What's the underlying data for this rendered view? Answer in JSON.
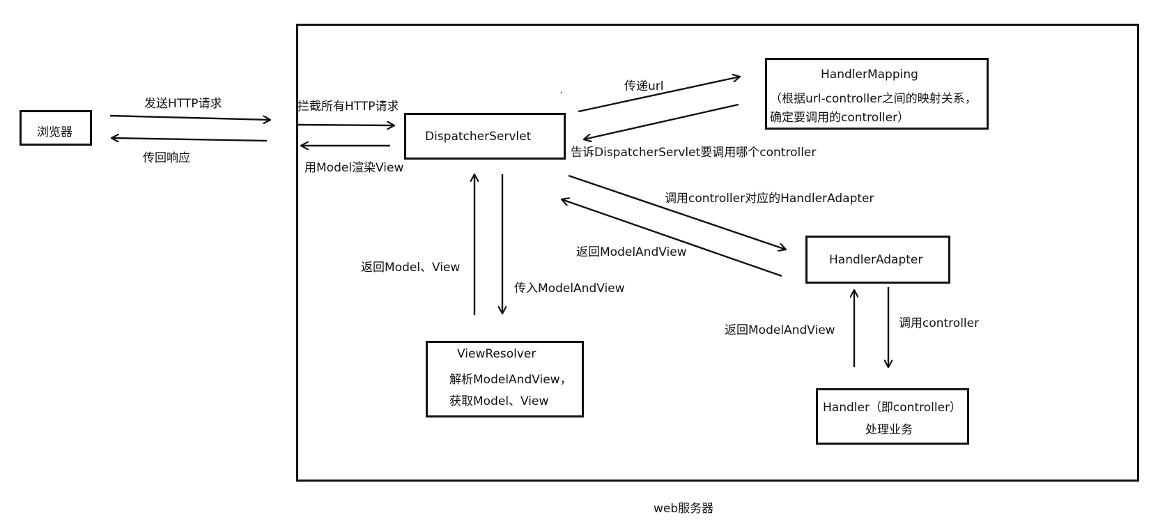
{
  "browser": "浏览器",
  "server_caption": "web服务器",
  "dispatcher": "DispatcherServlet",
  "handler_mapping": {
    "title": "HandlerMapping",
    "line1": "（根据url-controller之间的映射关系，",
    "line2": "确定要调用的controller）"
  },
  "handler_adapter": "HandlerAdapter",
  "view_resolver": {
    "title": "ViewResolver",
    "line1": "解析ModelAndView，",
    "line2": "获取Model、View"
  },
  "handler": {
    "title": "Handler（即controller）",
    "line1": "处理业务"
  },
  "labels": {
    "send_http": "发送HTTP请求",
    "return_response": "传回响应",
    "intercept_http": "拦截所有HTTP请求",
    "render_view": "用Model渲染View",
    "pass_url": "传递url",
    "tell_dispatcher": "告诉DispatcherServlet要调用哪个controller",
    "call_adapter": "调用controller对应的HandlerAdapter",
    "return_mav_adapter": "返回ModelAndView",
    "return_model_view": "返回Model、View",
    "pass_mav": "传入ModelAndView",
    "return_mav_handler": "返回ModelAndView",
    "call_controller": "调用controller"
  }
}
